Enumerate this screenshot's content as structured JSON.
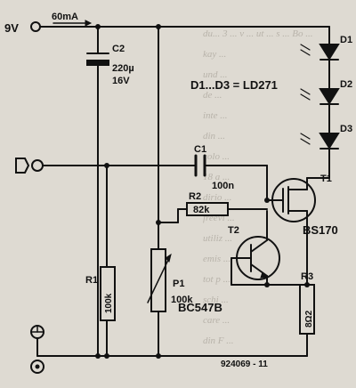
{
  "supply": {
    "voltage": "9V",
    "current": "60mA"
  },
  "components": {
    "c2": {
      "ref": "C2",
      "value": "220µ",
      "rating": "16V"
    },
    "c1": {
      "ref": "C1",
      "value": "100n"
    },
    "r1": {
      "ref": "R1",
      "value": "100k"
    },
    "r2": {
      "ref": "R2",
      "value": "82k"
    },
    "p1": {
      "ref": "P1",
      "value": "100k"
    },
    "r3": {
      "ref": "R3",
      "value": "8Ω2"
    },
    "t1": {
      "ref": "T1",
      "type": "BS170"
    },
    "t2": {
      "ref": "T2",
      "type": "BC547B"
    },
    "d1": {
      "ref": "D1"
    },
    "d2": {
      "ref": "D2"
    },
    "d3": {
      "ref": "D3"
    }
  },
  "diode_note": "D1...D3 = LD271",
  "figure_number": "924069 - 11",
  "background_text": [
    "du... 3 ... v ... ut ... s ... Bo ...",
    "kay ...",
    "und ...",
    "de ...",
    "inte ...",
    "din ... ",
    "colo ...",
    "18 a ...",
    "dirio ...",
    "freevi ...",
    "utiliz ...",
    "emis ...",
    "tot p ...",
    "schi ...",
    "care ...",
    "din F ..."
  ]
}
